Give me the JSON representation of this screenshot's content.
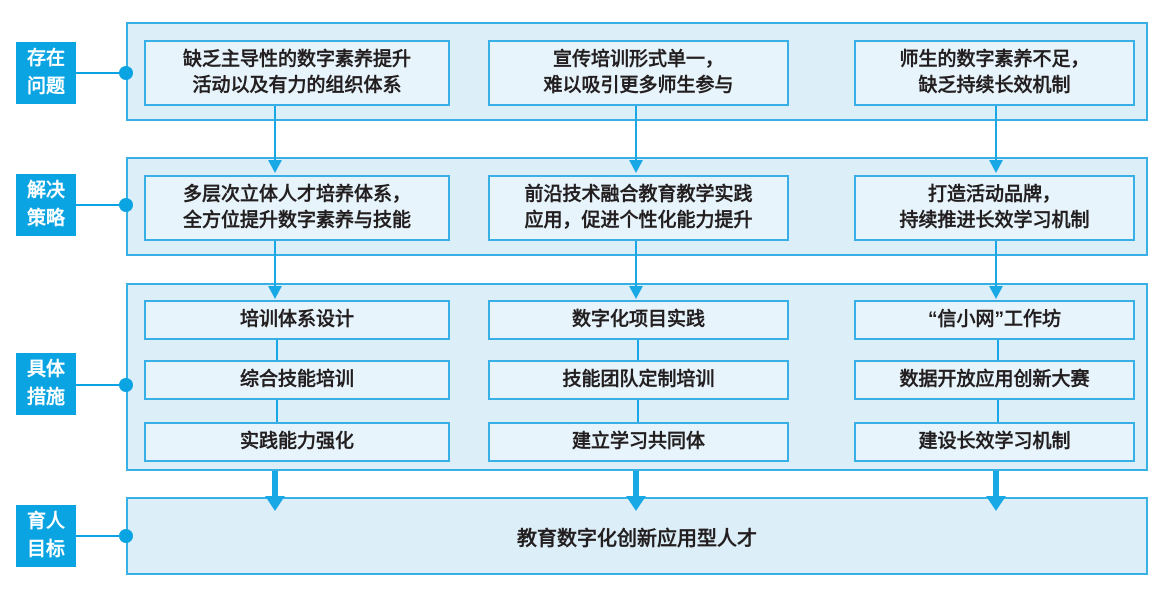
{
  "colors": {
    "accent": "#0ba4e2",
    "border": "#38b0e5",
    "panel_fill": "#dceef8",
    "box_fill": "#e7f4fb",
    "text": "#231f20",
    "background": "#ffffff"
  },
  "sections": [
    {
      "label_line1": "存在",
      "label_line2": "问题",
      "boxes": [
        {
          "line1": "缺乏主导性的数字素养提升",
          "line2": "活动以及有力的组织体系"
        },
        {
          "line1": "宣传培训形式单一，",
          "line2": "难以吸引更多师生参与"
        },
        {
          "line1": "师生的数字素养不足，",
          "line2": "缺乏持续长效机制"
        }
      ]
    },
    {
      "label_line1": "解决",
      "label_line2": "策略",
      "boxes": [
        {
          "line1": "多层次立体人才培养体系，",
          "line2": "全方位提升数字素养与技能"
        },
        {
          "line1": "前沿技术融合教育教学实践",
          "line2": "应用，促进个性化能力提升"
        },
        {
          "line1": "打造活动品牌，",
          "line2": "持续推进长效学习机制"
        }
      ]
    },
    {
      "label_line1": "具体",
      "label_line2": "措施",
      "columns": [
        [
          "培训体系设计",
          "综合技能培训",
          "实践能力强化"
        ],
        [
          "数字化项目实践",
          "技能团队定制培训",
          "建立学习共同体"
        ],
        [
          "“信小网”工作坊",
          "数据开放应用创新大赛",
          "建设长效学习机制"
        ]
      ]
    },
    {
      "label_line1": "育人",
      "label_line2": "目标",
      "goal": "教育数字化创新应用型人才"
    }
  ]
}
